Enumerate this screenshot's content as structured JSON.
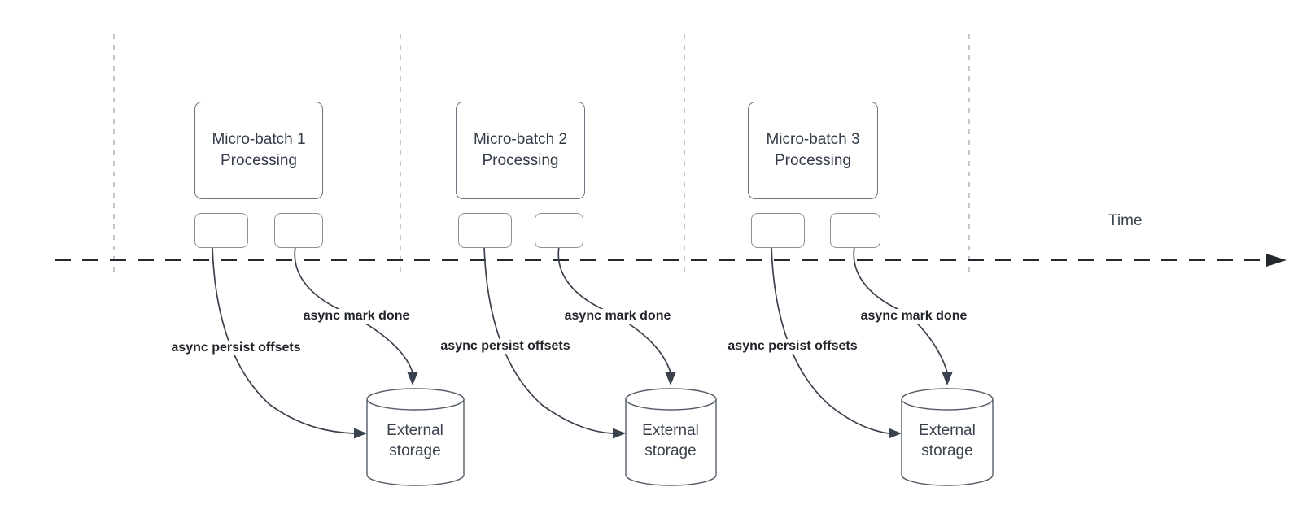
{
  "diagram": {
    "time_label": "Time",
    "groups": [
      {
        "process_line1": "Micro-batch 1",
        "process_line2": "Processing",
        "persist_label": "async persist offsets",
        "mark_done_label": "async mark done",
        "storage_line1": "External",
        "storage_line2": "storage"
      },
      {
        "process_line1": "Micro-batch 2",
        "process_line2": "Processing",
        "persist_label": "async persist offsets",
        "mark_done_label": "async mark done",
        "storage_line1": "External",
        "storage_line2": "storage"
      },
      {
        "process_line1": "Micro-batch 3",
        "process_line2": "Processing",
        "persist_label": "async persist offsets",
        "mark_done_label": "async mark done",
        "storage_line1": "External",
        "storage_line2": "storage"
      }
    ]
  },
  "colors": {
    "background": "#ffffff",
    "shape_border": "#6b7480",
    "small_box_border": "#8a919a",
    "cylinder_border": "#545d68",
    "curve": "#3a424d",
    "timeline": "#24282e",
    "gridline": "#b6babf",
    "box_text": "#333c49",
    "storage_text": "#3a424d",
    "label_text": "#22252a"
  }
}
